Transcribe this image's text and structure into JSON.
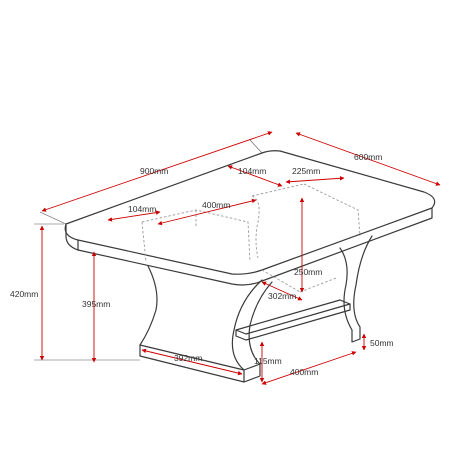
{
  "diagram": {
    "subject": "coffee table with shelf",
    "colors": {
      "outline": "#3a3a3a",
      "dimension": "#cc0000",
      "hidden": "#9a9a9a",
      "text": "#333333"
    },
    "dimensions": {
      "length_top": "900mm",
      "width_top": "600mm",
      "leg_width_front": "104mm",
      "leg_gap_top": "225mm",
      "leg_width_left": "104mm",
      "leg_spacing": "400mm",
      "total_height": "420mm",
      "leg_height": "395mm",
      "shelf_clearance": "250mm",
      "shelf_depth": "302mm",
      "base_length": "392mm",
      "base_height": "115mm",
      "base_width": "400mm",
      "shelf_thickness": "50mm"
    }
  }
}
